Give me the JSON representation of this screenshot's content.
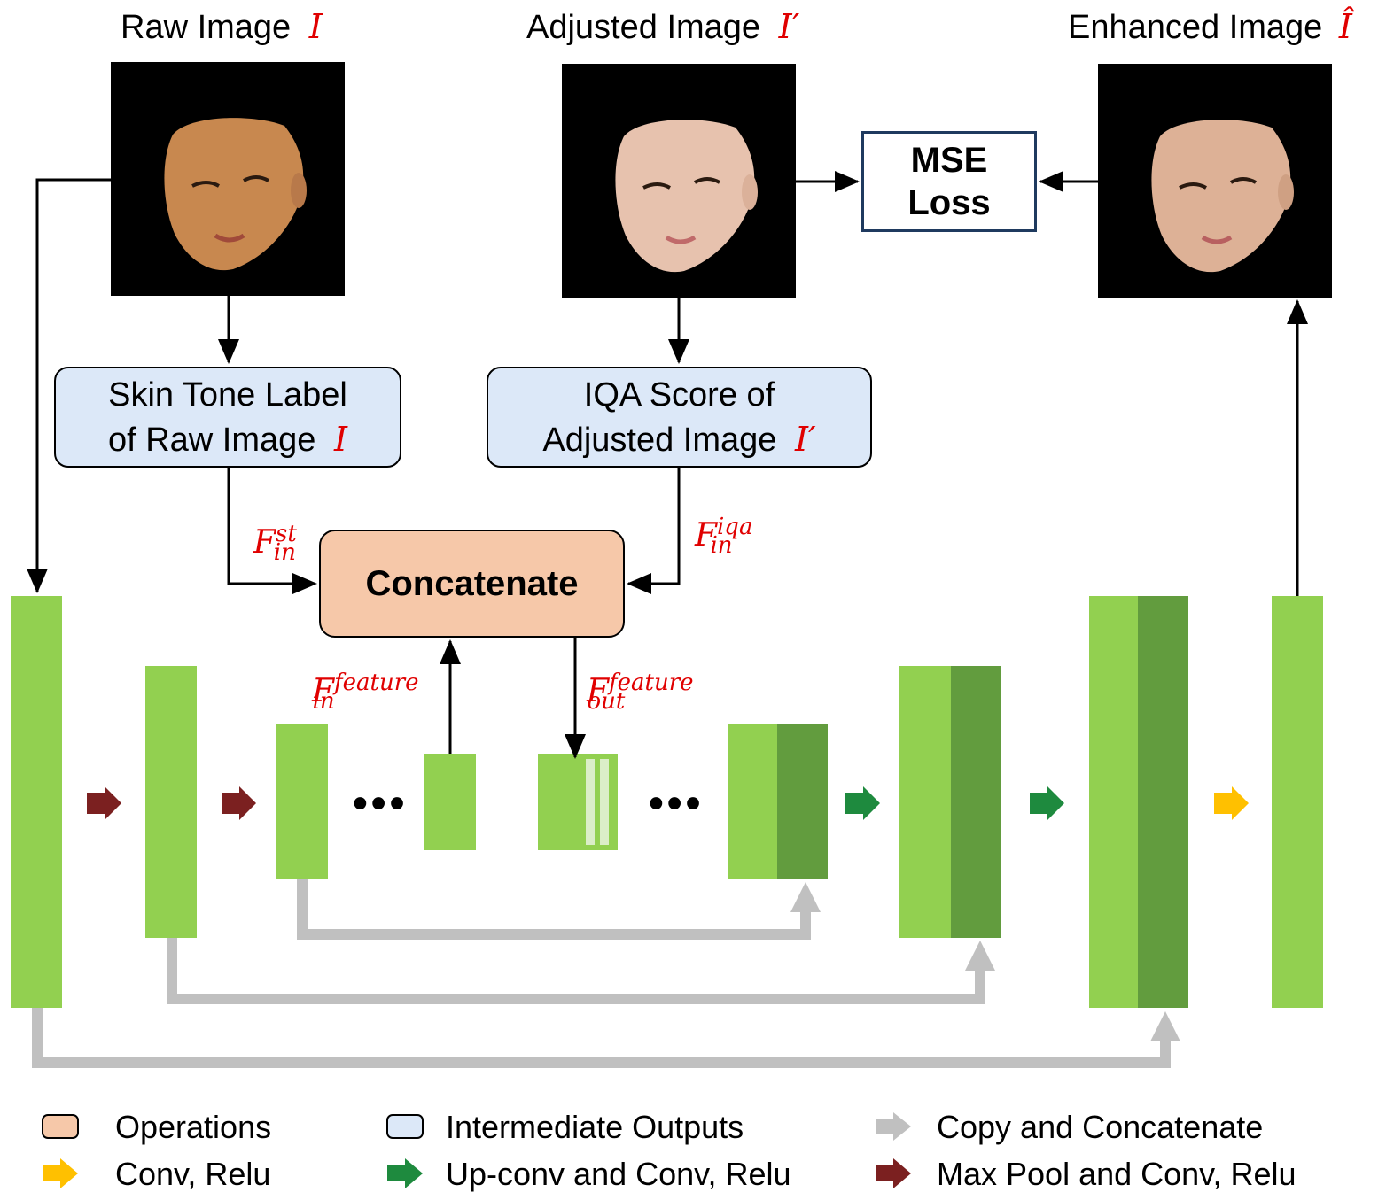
{
  "images": {
    "raw": {
      "label": "Raw Image",
      "symbol": "I"
    },
    "adjusted": {
      "label": "Adjusted Image",
      "symbol": "I′"
    },
    "enhanced": {
      "label": "Enhanced Image",
      "symbol": "Î"
    }
  },
  "mse": {
    "line1": "MSE",
    "line2": "Loss"
  },
  "skin_tone_box": {
    "line1": "Skin Tone Label",
    "line2": "of Raw Image",
    "symbol": "I"
  },
  "iqa_box": {
    "line1": "IQA Score of",
    "line2": "Adjusted Image",
    "symbol": "I′"
  },
  "concat": {
    "label": "Concatenate"
  },
  "features": {
    "st": {
      "base": "F",
      "sup": "st",
      "sub": "in"
    },
    "iqa": {
      "base": "F",
      "sup": "iqa",
      "sub": "in"
    },
    "feat_in": {
      "base": "F",
      "sup": "feature",
      "sub": "in"
    },
    "feat_out": {
      "base": "F",
      "sup": "feature",
      "sub": "out"
    }
  },
  "ellipsis": "•••",
  "legend": {
    "operations": "Operations",
    "intermediate": "Intermediate Outputs",
    "copy": "Copy and Concatenate",
    "conv": "Conv, Relu",
    "upconv": "Up-conv and Conv, Relu",
    "maxpool": "Max Pool and Conv, Relu"
  },
  "colors": {
    "operation_fill": "#f6c8a9",
    "intermediate_fill": "#dce8f8",
    "feature_light": "#92d050",
    "feature_dark": "#629c3e",
    "copy_arrow": "#c0c0c0",
    "conv_arrow": "#ffc000",
    "upconv_arrow": "#1e8a3e",
    "maxpool_arrow": "#7b2020",
    "math_text": "#e00000"
  }
}
